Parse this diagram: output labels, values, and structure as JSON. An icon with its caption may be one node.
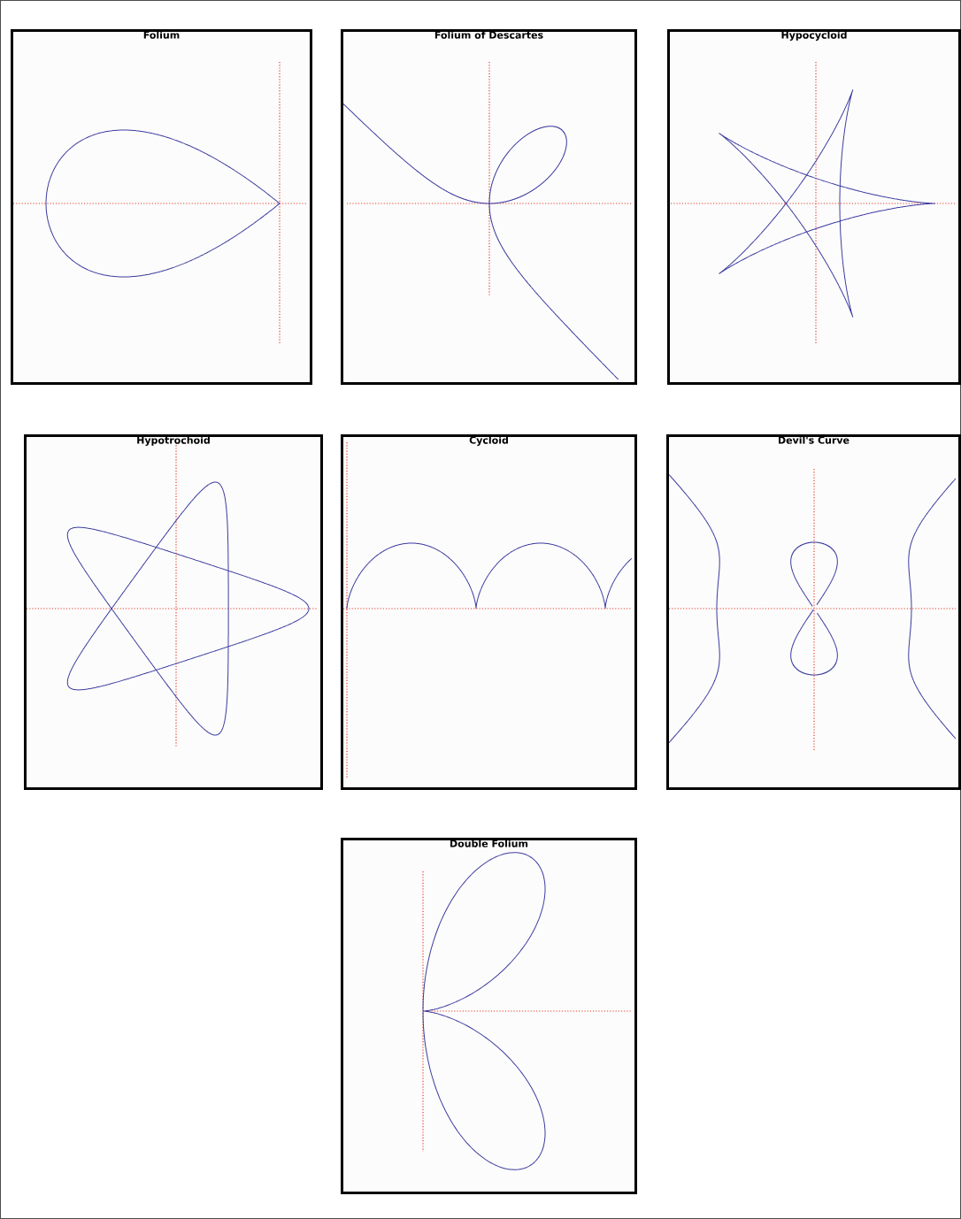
{
  "diagram": {
    "nodes": [
      {
        "text": [
          "Folium"
        ]
      },
      {
        "text": [
          "Folium of Descartes"
        ]
      },
      {
        "text": [
          "Hypocycloid"
        ]
      },
      {
        "text": [
          "Hypotrochoid"
        ]
      },
      {
        "text": [
          "Cycloid"
        ]
      },
      {
        "text": [
          "Devil's Curve"
        ]
      },
      {
        "text": [
          "Double Folium"
        ]
      }
    ]
  }
}
